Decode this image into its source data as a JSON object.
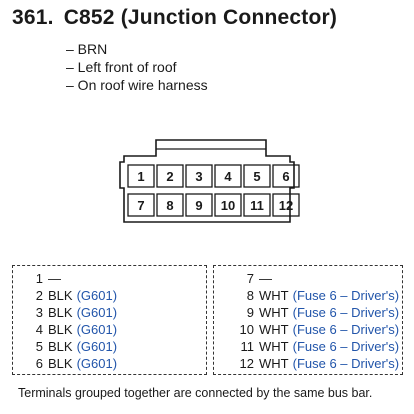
{
  "title": {
    "number": "361.",
    "text": "C852 (Junction Connector)"
  },
  "details": [
    "– BRN",
    "– Left front of roof",
    "– On roof wire harness"
  ],
  "connector": {
    "top_row": [
      "1",
      "2",
      "3",
      "4",
      "5",
      "6"
    ],
    "bottom_row": [
      "7",
      "8",
      "9",
      "10",
      "11",
      "12"
    ]
  },
  "pins_left": [
    {
      "pin": "1",
      "color": "",
      "link": "",
      "dash": "—"
    },
    {
      "pin": "2",
      "color": "BLK",
      "link": "(G601)",
      "dash": ""
    },
    {
      "pin": "3",
      "color": "BLK",
      "link": "(G601)",
      "dash": ""
    },
    {
      "pin": "4",
      "color": "BLK",
      "link": "(G601)",
      "dash": ""
    },
    {
      "pin": "5",
      "color": "BLK",
      "link": "(G601)",
      "dash": ""
    },
    {
      "pin": "6",
      "color": "BLK",
      "link": "(G601)",
      "dash": ""
    }
  ],
  "pins_right": [
    {
      "pin": "7",
      "color": "",
      "link": "",
      "dash": "—"
    },
    {
      "pin": "8",
      "color": "WHT",
      "link": "(Fuse 6 – Driver's)",
      "dash": ""
    },
    {
      "pin": "9",
      "color": "WHT",
      "link": "(Fuse 6 – Driver's)",
      "dash": ""
    },
    {
      "pin": "10",
      "color": "WHT",
      "link": "(Fuse 6 – Driver's)",
      "dash": ""
    },
    {
      "pin": "11",
      "color": "WHT",
      "link": "(Fuse 6 – Driver's)",
      "dash": ""
    },
    {
      "pin": "12",
      "color": "WHT",
      "link": "(Fuse 6 – Driver's)",
      "dash": ""
    }
  ],
  "footnote": "Terminals grouped together are connected by the same bus bar.",
  "colors": {
    "link": "#2255aa",
    "text": "#1a1a1a"
  }
}
